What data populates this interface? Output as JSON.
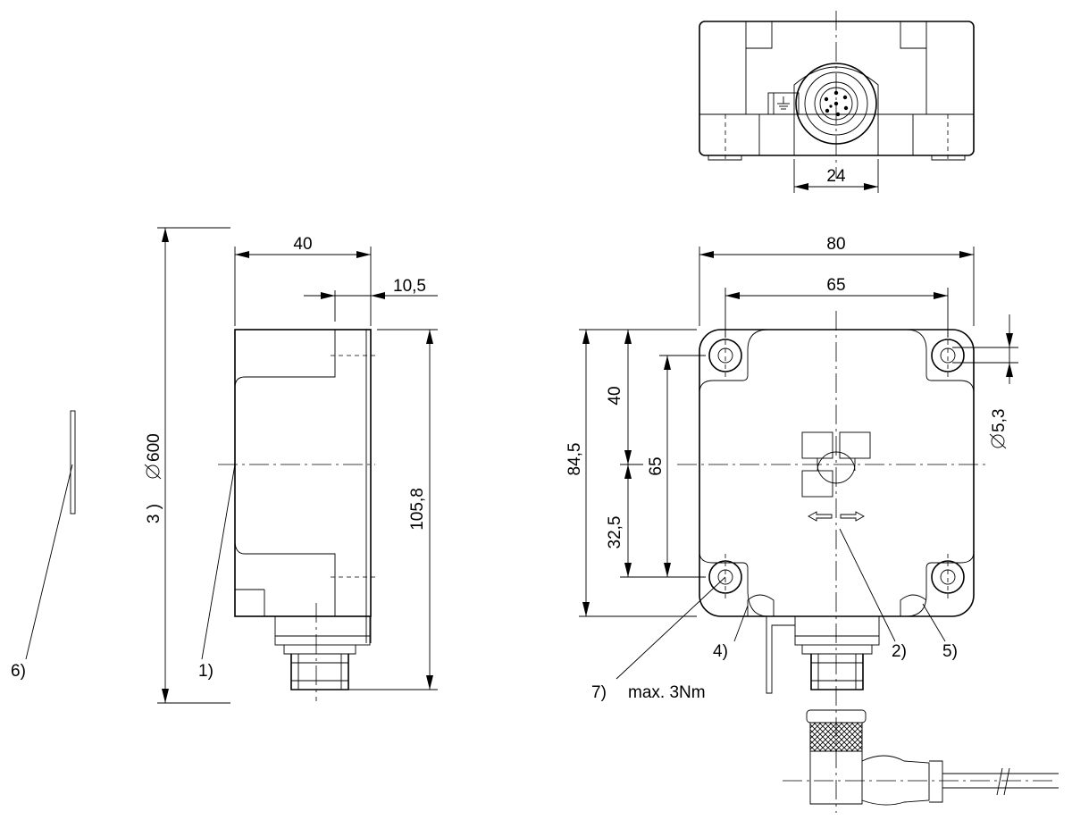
{
  "dims": {
    "d24": "24",
    "d40_top": "40",
    "d10_5": "10,5",
    "d80": "80",
    "d65_top": "65",
    "d84_5": "84,5",
    "d40_v": "40",
    "d65_v": "65",
    "d32_5": "32,5",
    "d105_8": "105,8",
    "d5_3": "5,3",
    "d600": "600"
  },
  "callouts": {
    "c1": "1)",
    "c2": "2)",
    "c3": "3 )",
    "c4": "4)",
    "c5": "5)",
    "c6": "6)",
    "c7": "7)",
    "torque": "max. 3Nm"
  },
  "symbols": {
    "diameter": "diameter-symbol",
    "ground": "ground-icon"
  }
}
